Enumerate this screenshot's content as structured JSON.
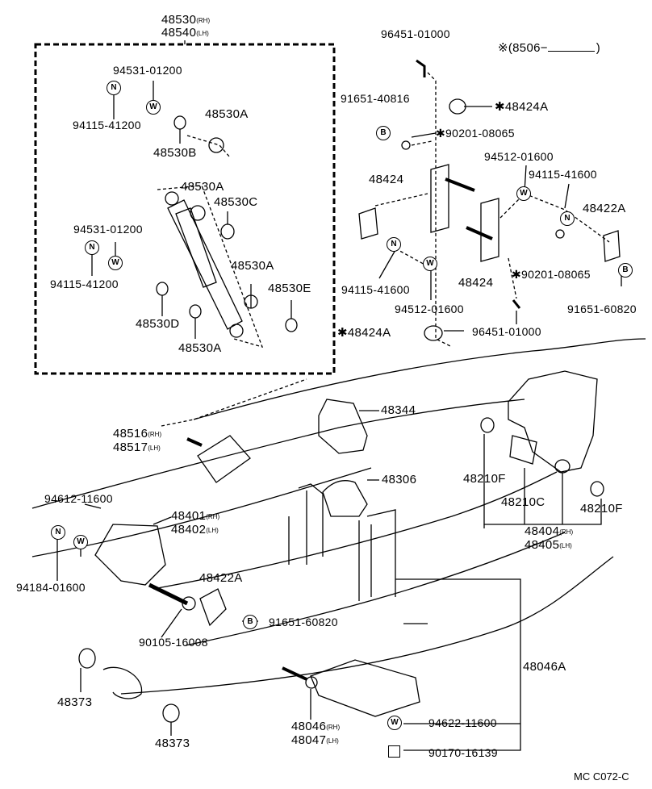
{
  "labels": {
    "l48530": "48530",
    "l48530_sfx": "(RH)",
    "l48540": "48540",
    "l48540_sfx": "(LH)",
    "l94531a": "94531-01200",
    "l94115a": "94115-41200",
    "l48530A_1": "48530A",
    "l48530B": "48530B",
    "l48530A_2": "48530A",
    "l48530C": "48530C",
    "l94531b": "94531-01200",
    "l94115b": "94115-41200",
    "l48530A_3": "48530A",
    "l48530E": "48530E",
    "l48530D": "48530D",
    "l48530A_4": "48530A",
    "l96451a": "96451-01000",
    "lnote": "※(8506−",
    "lnote_close": ")",
    "l91651a": "91651-40816",
    "l48424A_1": "✱48424A",
    "l90201a": "✱90201-08065",
    "l94512a": "94512-01600",
    "l94115c": "94115-41600",
    "l48424_1": "48424",
    "l48422A_1": "48422A",
    "l48424_2": "48424",
    "l90201b": "✱90201-08065",
    "l94115d": "94115-41600",
    "l94512b": "94512-01600",
    "l91651b": "91651-60820",
    "l96451b": "96451-01000",
    "l48424A_2": "✱48424A",
    "l48344": "48344",
    "l48516": "48516",
    "l48516_sfx": "(RH)",
    "l48517": "48517",
    "l48517_sfx": "(LH)",
    "l48306": "48306",
    "l48210F_1": "48210F",
    "l48210C": "48210C",
    "l48210F_2": "48210F",
    "l94612": "94612-11600",
    "l48401": "48401",
    "l48401_sfx": "(RH)",
    "l48402": "48402",
    "l48402_sfx": "(LH)",
    "l48404": "48404",
    "l48404_sfx": "(RH)",
    "l48405": "48405",
    "l48405_sfx": "(LH)",
    "l94184": "94184-01600",
    "l48422A_2": "48422A",
    "l91651c": "91651-60820",
    "l90105": "90105-16008",
    "l48046A": "48046A",
    "l48373a": "48373",
    "l48046": "48046",
    "l48046_sfx": "(RH)",
    "l48047": "48047",
    "l48047_sfx": "(LH)",
    "l94622": "94622-11600",
    "l48373b": "48373",
    "l90170": "90170-16139",
    "code": "MC C072-C"
  },
  "symbols": {
    "nut": "N",
    "washer": "W",
    "bolt": "B"
  }
}
